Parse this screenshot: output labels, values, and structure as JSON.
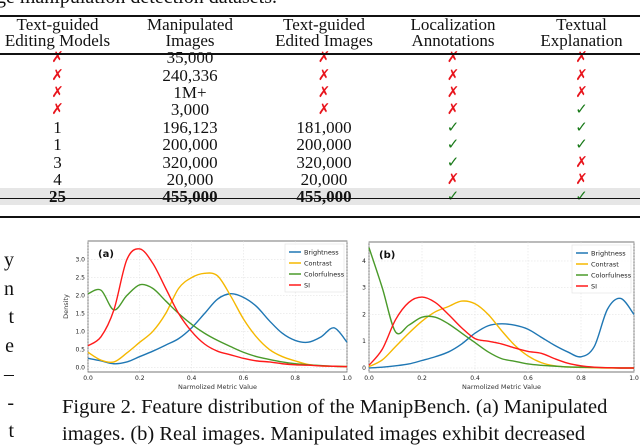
{
  "top_text": "ge manipulation detection datasets.",
  "table": {
    "headers": [
      [
        "Text-guided",
        "Editing Models"
      ],
      [
        "Manipulated",
        "Images"
      ],
      [
        "Text-guided",
        "Edited Images"
      ],
      [
        "Localization",
        "Annotations"
      ],
      [
        "Textual",
        "Explanation"
      ]
    ],
    "rows": [
      [
        "✗",
        "35,000",
        "✗",
        "✗",
        "✗"
      ],
      [
        "✗",
        "240,336",
        "✗",
        "✗",
        "✗"
      ],
      [
        "✗",
        "1M+",
        "✗",
        "✗",
        "✗"
      ],
      [
        "✗",
        "3,000",
        "✗",
        "✗",
        "✓"
      ],
      [
        "1",
        "196,123",
        "181,000",
        "✓",
        "✓"
      ],
      [
        "1",
        "200,000",
        "200,000",
        "✓",
        "✓"
      ],
      [
        "3",
        "320,000",
        "320,000",
        "✓",
        "✗"
      ],
      [
        "4",
        "20,000",
        "20,000",
        "✗",
        "✗"
      ]
    ],
    "highlight_row": [
      "25",
      "455,000",
      "455,000",
      "✓",
      "✓"
    ]
  },
  "side_text": [
    "y",
    "n",
    "t",
    "e",
    "–",
    "-",
    "t"
  ],
  "colors": {
    "Brightness": "#1f77b4",
    "Contrast": "#f5b800",
    "Colorfulness": "#4a9a2a",
    "SI": "#ff1a1a",
    "cross": "#e8141c",
    "check": "#1a7a1a"
  },
  "chart_data": [
    {
      "type": "line",
      "panel_label": "(a)",
      "xlabel": "Narmolized Metric Value",
      "ylabel": "Density",
      "xlim": [
        0,
        1
      ],
      "ylim": [
        -0.13,
        3.52
      ],
      "grid": true,
      "legend": "top-right",
      "xticks": [
        "0.0",
        "0.2",
        "0.4",
        "0.6",
        "0.8",
        "1.0"
      ],
      "yticks": [
        "0.0",
        "0.5",
        "1.0",
        "1.5",
        "2.0",
        "2.5",
        "3.0"
      ],
      "x": [
        0,
        0.05,
        0.1,
        0.15,
        0.2,
        0.25,
        0.3,
        0.35,
        0.4,
        0.45,
        0.5,
        0.55,
        0.6,
        0.65,
        0.7,
        0.75,
        0.8,
        0.85,
        0.9,
        0.95,
        1.0
      ],
      "series": [
        {
          "name": "Brightness",
          "values": [
            0.25,
            0.18,
            0.1,
            0.15,
            0.3,
            0.45,
            0.62,
            0.8,
            1.1,
            1.5,
            1.9,
            2.05,
            1.95,
            1.7,
            1.3,
            0.95,
            0.75,
            0.7,
            0.85,
            1.1,
            0.7
          ]
        },
        {
          "name": "Contrast",
          "values": [
            0.42,
            0.2,
            0.15,
            0.4,
            0.7,
            1.0,
            1.5,
            2.2,
            2.5,
            2.62,
            2.55,
            2.0,
            1.35,
            0.85,
            0.5,
            0.3,
            0.18,
            0.08,
            0.04,
            0.03,
            0.02
          ]
        },
        {
          "name": "Colorfulness",
          "values": [
            2.05,
            2.15,
            1.6,
            2.0,
            2.3,
            2.2,
            1.85,
            1.5,
            1.2,
            0.95,
            0.75,
            0.58,
            0.42,
            0.3,
            0.22,
            0.15,
            0.1,
            0.07,
            0.05,
            0.03,
            0.02
          ]
        },
        {
          "name": "SI",
          "values": [
            0.6,
            0.85,
            1.6,
            3.0,
            3.3,
            2.9,
            2.2,
            1.5,
            1.0,
            0.65,
            0.45,
            0.35,
            0.25,
            0.18,
            0.15,
            0.1,
            0.07,
            0.06,
            0.04,
            0.03,
            0.02
          ]
        }
      ]
    },
    {
      "type": "line",
      "panel_label": "(b)",
      "xlabel": "Narmolized Metric Value",
      "ylabel": "",
      "xlim": [
        0,
        1
      ],
      "ylim": [
        -0.15,
        4.71
      ],
      "grid": true,
      "legend": "top-right",
      "xticks": [
        "0.0",
        "0.2",
        "0.4",
        "0.6",
        "0.8",
        "1.0"
      ],
      "yticks": [
        "0",
        "1",
        "2",
        "3",
        "4"
      ],
      "x": [
        0,
        0.05,
        0.1,
        0.15,
        0.2,
        0.25,
        0.3,
        0.35,
        0.4,
        0.45,
        0.5,
        0.55,
        0.6,
        0.65,
        0.7,
        0.75,
        0.8,
        0.85,
        0.9,
        0.95,
        1.0
      ],
      "series": [
        {
          "name": "Brightness",
          "values": [
            0,
            0.03,
            0.08,
            0.15,
            0.28,
            0.42,
            0.6,
            0.9,
            1.3,
            1.58,
            1.65,
            1.6,
            1.45,
            1.15,
            0.85,
            0.6,
            0.42,
            0.8,
            2.2,
            2.6,
            2.0
          ]
        },
        {
          "name": "Contrast",
          "values": [
            0.05,
            0.3,
            0.8,
            1.3,
            1.75,
            2.1,
            2.3,
            2.5,
            2.4,
            2.0,
            1.4,
            0.85,
            0.45,
            0.2,
            0.08,
            0.04,
            0.02,
            0.01,
            0,
            0,
            0
          ]
        },
        {
          "name": "Colorfulness",
          "values": [
            4.5,
            3.0,
            1.35,
            1.6,
            1.9,
            1.9,
            1.65,
            1.3,
            0.95,
            0.6,
            0.35,
            0.25,
            0.15,
            0.1,
            0.07,
            0.04,
            0.03,
            0.02,
            0.01,
            0,
            0
          ]
        },
        {
          "name": "SI",
          "values": [
            0.1,
            0.7,
            1.8,
            2.45,
            2.65,
            2.45,
            2.0,
            1.5,
            1.1,
            1.0,
            0.9,
            0.75,
            0.62,
            0.55,
            0.35,
            0.18,
            0.08,
            0.03,
            0.01,
            0,
            0
          ]
        }
      ]
    }
  ],
  "caption": [
    "Figure 2. Feature distribution of the ManipBench. (a) Manipulated",
    "images.  (b) Real images.  Manipulated images exhibit decreased"
  ]
}
